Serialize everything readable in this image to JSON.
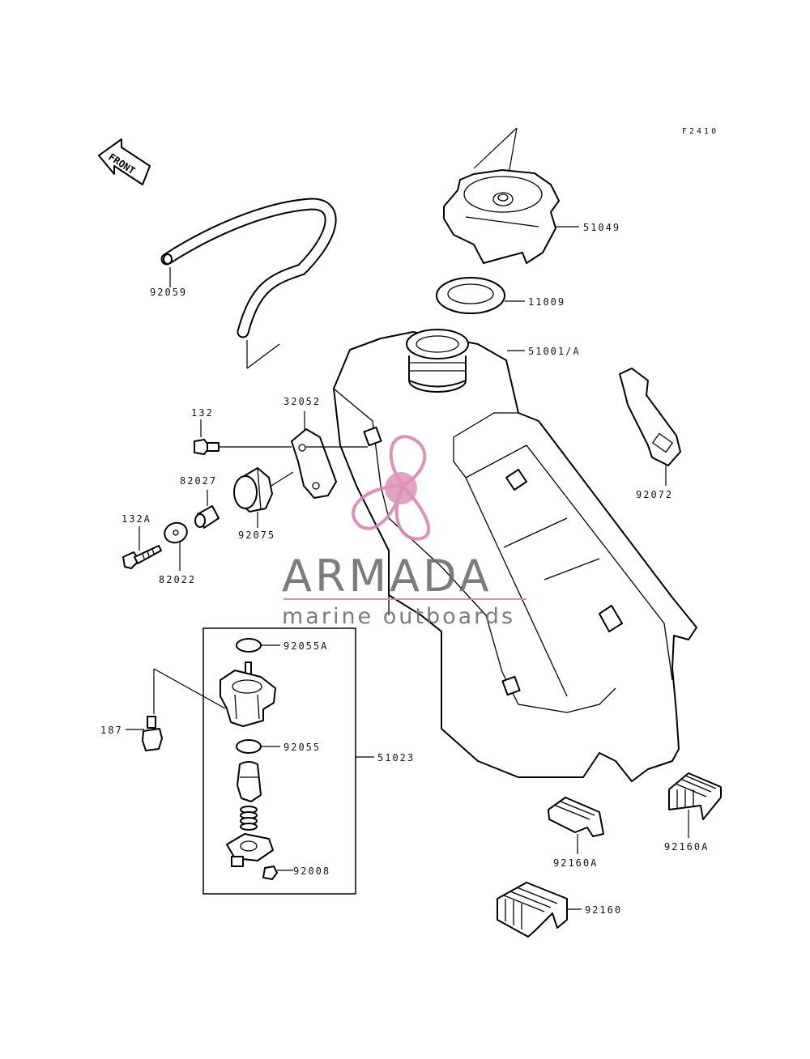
{
  "figure_code": "F2410",
  "front_arrow_label": "FRONT",
  "watermark": {
    "brand": "ARMADA",
    "tagline": "marine outboards",
    "accent_color": "#d987b0",
    "text_color": "#6d6e71"
  },
  "part_labels": {
    "cap": "51049",
    "gasket": "11009",
    "tank": "51001/A",
    "strap": "92072",
    "hose": "92059",
    "bolt_132": "132",
    "bracket": "32052",
    "collar": "82027",
    "bolt_132a": "132A",
    "washer": "82022",
    "damper": "92075",
    "oring_a": "92055A",
    "bolt_187": "187",
    "oring": "92055",
    "fuel_cock": "51023",
    "screw": "92008",
    "clamp_a1": "92160A",
    "clamp_a2": "92160A",
    "clamp": "92160"
  }
}
